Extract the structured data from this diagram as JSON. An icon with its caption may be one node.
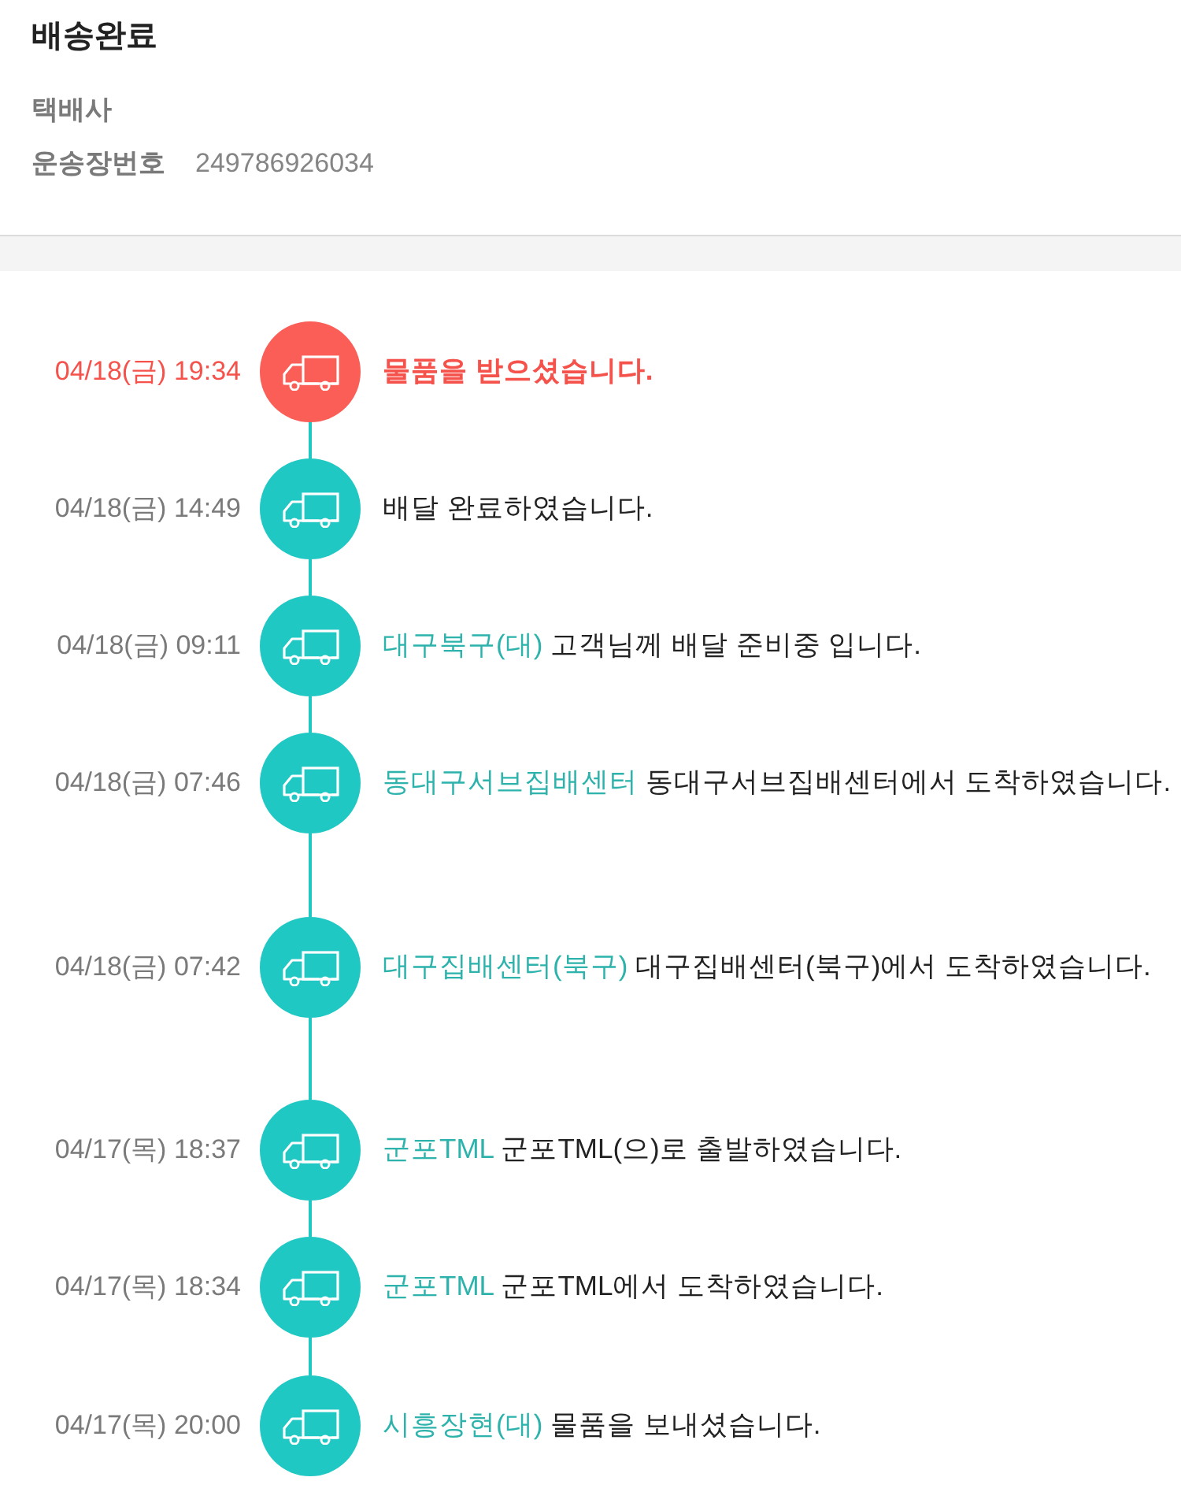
{
  "diagram": {
    "title": "배송완료",
    "labels": [
      "택배사",
      "운송장번호",
      "249786926034"
    ],
    "nodes": [
      {
        "text": [],
        "shape": "circle",
        "beside": [
          "04/18(금) 19:34",
          "물품을 받으셨습니다."
        ]
      },
      {
        "text": [],
        "shape": "circle",
        "beside": [
          "04/18(금) 14:49",
          "배달 완료하였습니다."
        ]
      },
      {
        "text": [],
        "shape": "circle",
        "beside": [
          "04/18(금) 09:11",
          "대구북구(대)",
          "고객님께 배달 준비중 입니다."
        ]
      },
      {
        "text": [],
        "shape": "circle",
        "beside": [
          "04/18(금) 07:46",
          "동대구서브집배센터",
          "동대구서브집배센터에서 도착하였습니다."
        ]
      },
      {
        "text": [],
        "shape": "circle",
        "beside": [
          "04/18(금) 07:42",
          "대구집배센터(북구)",
          "대구집배센터(북구)에서 도착하였습니다."
        ]
      },
      {
        "text": [],
        "shape": "circle",
        "beside": [
          "04/17(목) 18:37",
          "군포TML",
          "군포TML(으)로 출발하였습니다."
        ]
      },
      {
        "text": [],
        "shape": "circle",
        "beside": [
          "04/17(목) 18:34",
          "군포TML",
          "군포TML에서 도착하였습니다."
        ]
      },
      {
        "text": [],
        "shape": "circle",
        "beside": [
          "04/17(목) 20:00",
          "시흥장현(대)",
          "물품을 보내셨습니다."
        ]
      }
    ],
    "edges": [
      {
        "from": 0,
        "to": 1,
        "arrow": "none"
      },
      {
        "from": 1,
        "to": 2,
        "arrow": "none"
      },
      {
        "from": 2,
        "to": 3,
        "arrow": "none"
      },
      {
        "from": 3,
        "to": 4,
        "arrow": "none"
      },
      {
        "from": 4,
        "to": 5,
        "arrow": "none"
      },
      {
        "from": 5,
        "to": 6,
        "arrow": "none"
      },
      {
        "from": 6,
        "to": 7,
        "arrow": "none"
      }
    ]
  }
}
